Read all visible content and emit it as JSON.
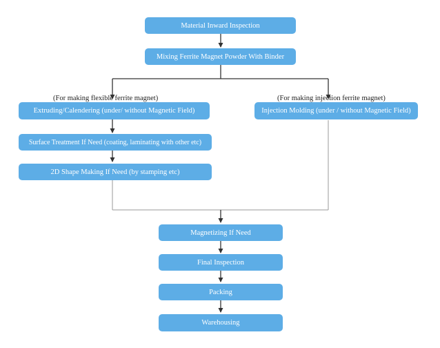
{
  "colors": {
    "box_fill": "#5DADE6",
    "box_text": "#ffffff",
    "line": "#333333",
    "guide_line": "#999999",
    "label_text": "#222222"
  },
  "steps": {
    "material_inward_inspection": "Material Inward Inspection",
    "mixing_powder": "Mixing Ferrite Magnet Powder With Binder",
    "extruding_calendering": "Extruding/Calendering (under/ without Magnetic Field)",
    "surface_treatment": "Surface Treatment If Need (coating, laminating with other etc)",
    "shape_making_2d": "2D Shape Making If Need (by stamping etc)",
    "injection_molding": "Injection Molding  (under / without Magnetic Field)",
    "magnetizing": "Magnetizing If Need",
    "final_inspection": "Final Inspection",
    "packing": "Packing",
    "warehousing": "Warehousing"
  },
  "branches": {
    "flexible": "(For making flexible ferrite magnet)",
    "injection": "(For making injection ferrite magnet)"
  }
}
